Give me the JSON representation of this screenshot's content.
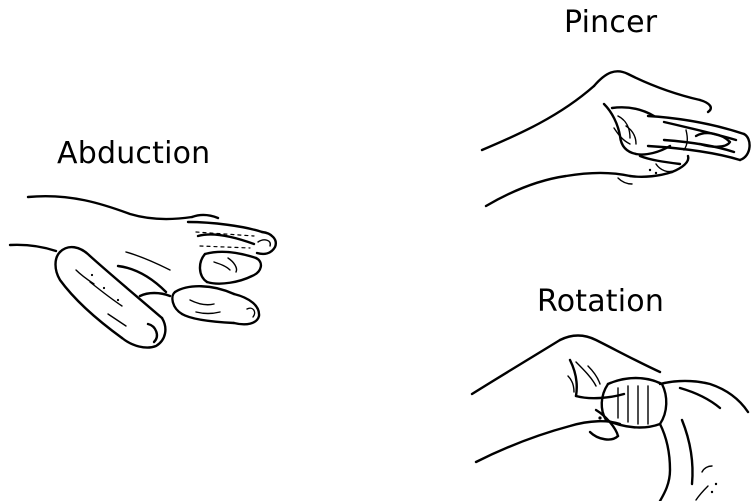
{
  "figure": {
    "background_color": "#ffffff",
    "line_color": "#000000",
    "labels": {
      "abduction": "Abduction",
      "pincer": "Pincer",
      "rotation": "Rotation"
    }
  }
}
